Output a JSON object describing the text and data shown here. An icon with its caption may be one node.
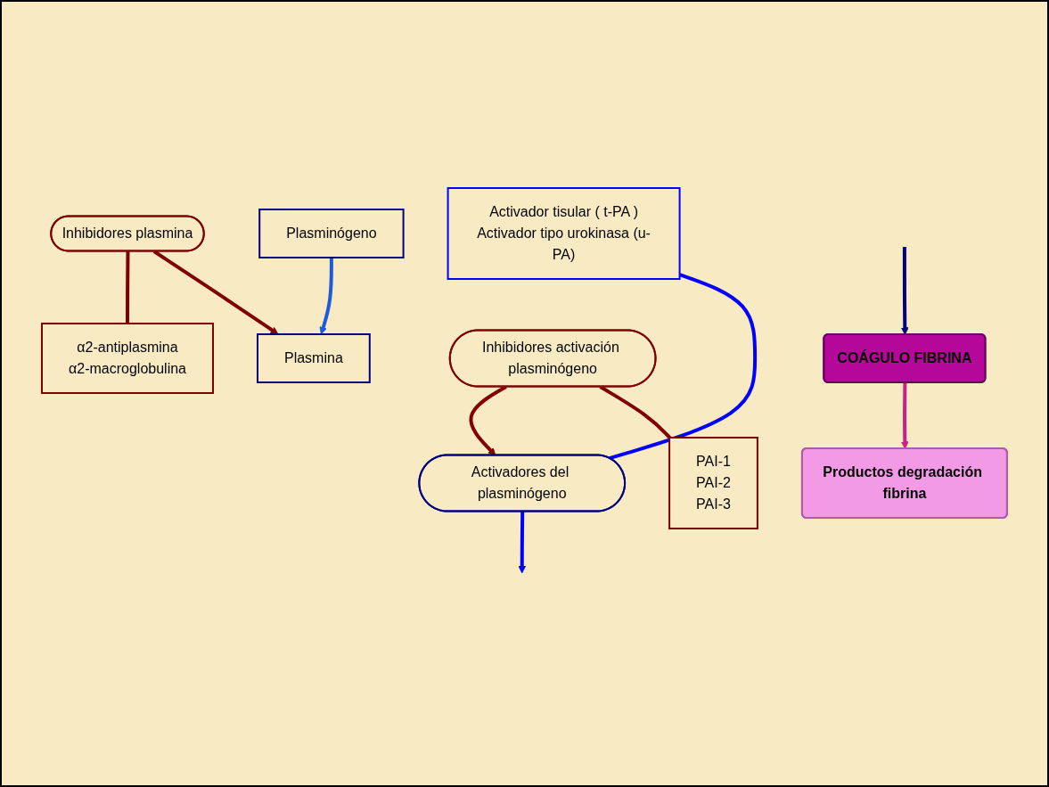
{
  "diagram": {
    "nodes": [
      {
        "text": [
          "Activador tisular ( t-PA )",
          "Activador tipo urokinasa (u-PA)"
        ]
      },
      {
        "text": [
          "Inhibidores activación plasminógeno"
        ]
      },
      {
        "text": [
          "PAI-1",
          "PAI-2",
          "PAI-3"
        ]
      },
      {
        "text": [
          "Activadores del plasminógeno"
        ]
      },
      {
        "text": [
          "Plasminógeno"
        ]
      },
      {
        "text": [
          "Plasmina"
        ]
      },
      {
        "text": [
          "Inhibidores plasmina"
        ]
      },
      {
        "text": [
          "α2-antiplasmina",
          "α2-macroglobulina"
        ]
      },
      {
        "text": [
          "COÁGULO FIBRINA"
        ]
      },
      {
        "text": [
          "Productos degradación fibrina"
        ]
      }
    ],
    "edges": [
      {
        "from": 0,
        "to": 3,
        "arrow": "none",
        "color": "#0000ff"
      },
      {
        "from": 1,
        "to": 2,
        "arrow": "none",
        "color": "#800000"
      },
      {
        "from": 1,
        "to": 3,
        "arrow": "to",
        "color": "#800000"
      },
      {
        "from": 3,
        "to": null,
        "arrow": "to",
        "color": "#0000ff"
      },
      {
        "from": 4,
        "to": 5,
        "arrow": "to",
        "color": "#1e5adc"
      },
      {
        "from": 6,
        "to": 5,
        "arrow": "to",
        "color": "#800000"
      },
      {
        "from": 6,
        "to": 7,
        "arrow": "none",
        "color": "#800000"
      },
      {
        "from": null,
        "to": 8,
        "arrow": "to",
        "color": "#000080"
      },
      {
        "from": 8,
        "to": 9,
        "arrow": "to",
        "color": "#cc1f8a"
      }
    ]
  }
}
